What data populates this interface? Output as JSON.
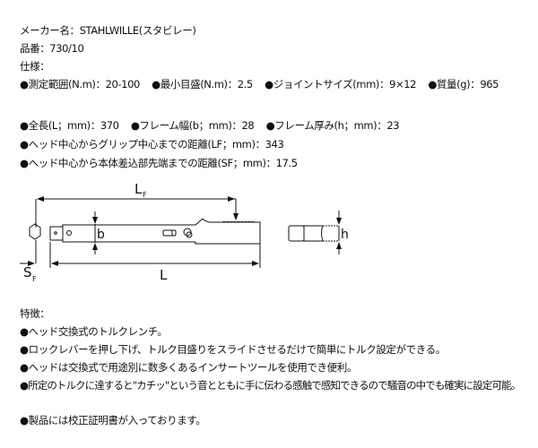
{
  "header": {
    "maker": "メーカー名：STAHLWILLE(スタビレー)",
    "part_no": "品番：730/10",
    "spec_heading": "仕様："
  },
  "specs_row1": [
    "●測定範囲(N.m)：20-100",
    "●最小目盛(N.m)：2.5",
    "●ジョイントサイズ(mm)：9×12",
    "●質量(g)：965"
  ],
  "specs_row2": [
    "●全長(L；mm)：370",
    "●フレーム幅(b；mm)：28",
    "●フレーム厚み(h；mm)：23"
  ],
  "specs_lines": [
    "●ヘッド中心からグリップ中心までの距離(LF；mm)：343",
    "●ヘッド中心から本体差込部先端までの距離(SF；mm)：17.5"
  ],
  "diagram": {
    "label_LF": "L",
    "label_LF_sub": "F",
    "label_L": "L",
    "label_SF": "S",
    "label_SF_sub": "F",
    "label_b": "b",
    "label_h": "h",
    "stroke_color": "#111111"
  },
  "features": {
    "heading": "特徴：",
    "items": [
      "●ヘッド交換式のトルクレンチ。",
      "●ロックレバーを押し下げ、トルク目盛りをスライドさせるだけで簡単にトルク設定ができる。",
      "●ヘッドは交換式で用途別に数多くあるインサートツールを使用でき便利。",
      "●所定のトルクに達すると\"カチッ\"という音とともに手に伝わる感触で感知できるので騒音の中でも確実に設定可能。"
    ]
  },
  "footer_note": "●製品には校正証明書が入っております。"
}
